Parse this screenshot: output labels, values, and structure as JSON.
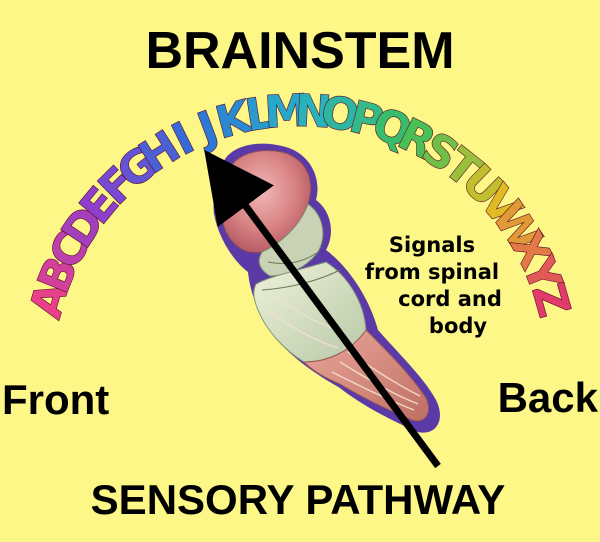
{
  "title": "BRAINSTEM",
  "alphabet": [
    "A",
    "B",
    "C",
    "D",
    "E",
    "F",
    "G",
    "H",
    "I",
    "J",
    "K",
    "L",
    "M",
    "N",
    "O",
    "P",
    "Q",
    "R",
    "S",
    "T",
    "U",
    "V",
    "W",
    "X",
    "Y",
    "Z"
  ],
  "annotation_lines": [
    "Signals",
    "from spinal",
    "cord and",
    "body"
  ],
  "left_label": "Front",
  "right_label": "Back",
  "bottom_label": "SENSORY PATHWAY",
  "colors": {
    "background": "#fcf787",
    "text": "#000000",
    "brainstem_outline": "#5b3aa8",
    "alphabet_gradient": [
      "#e8408a",
      "#8a3fd0",
      "#2f6fd8",
      "#26b0c8",
      "#3cc05a",
      "#e0c020",
      "#e23a6a"
    ]
  }
}
